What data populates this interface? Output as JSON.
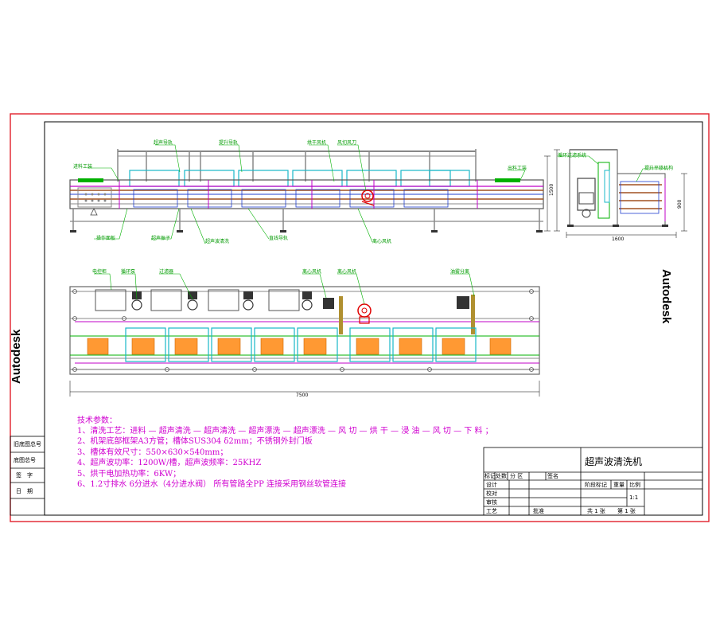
{
  "brand": {
    "watermark": "Autodesk"
  },
  "left_strip": {
    "old_drawing_total": "旧底图总号",
    "base_drawing_total": "底图总号",
    "signature": "签　字",
    "date": "日　期"
  },
  "callouts_side": {
    "feed_station": "进料工装",
    "spray_rack": "超声导轨",
    "up_rack": "提升导轨",
    "dry_fan": "烘干风机",
    "air_knife": "风切风刀",
    "out_station": "出料工装",
    "control_box": "操作面板",
    "transducer": "超声振子",
    "ultra_tank": "超声波清洗",
    "pump": "直线导轨",
    "centrifuge": "离心风机"
  },
  "callouts_end": {
    "top_left": "循环过滤系统",
    "right": "提升平移机构"
  },
  "callouts_plan": {
    "a": "电控柜",
    "b": "循环泵",
    "c": "过滤器",
    "d": "离心风机",
    "e": "离心风机",
    "f": "油雾分离"
  },
  "dimensions": {
    "side_height": "1500",
    "end_width": "1600",
    "end_height": "900",
    "total_length": "7500"
  },
  "tech_notes": {
    "heading": "技术参数：",
    "lines": [
      "1、清洗工艺：进料 — 超声清洗 — 超声清洗 — 超声漂洗 — 超声漂洗 — 风 切 — 烘 干 — 浸 油 — 风 切 — 下 料 ；",
      "2、机架底部框架A3方管；槽体SUS304  δ2mm；不锈钢外封门板",
      "3、槽体有效尺寸：550×630×540mm；",
      "4、超声波功率：1200W/槽，超声波频率：25KHZ",
      "5、烘干电加热功率：6KW；",
      "6、1.2寸排水  6分进水（4分进水阀） 所有管路全PP  连接采用钢丝软管连接"
    ]
  },
  "title_block": {
    "title": "超声波清洗机",
    "headers": [
      "标记",
      "处数",
      "分 区",
      "",
      "签名"
    ],
    "roles": [
      "设计",
      "校对",
      "审核",
      "工艺"
    ],
    "approve": "批准",
    "stage": "阶段标记",
    "weight": "重量",
    "scale_label": "比例",
    "scale": "1:1",
    "sheets_total": "共 1 张",
    "sheet_no": "第 1 张"
  },
  "colors": {
    "border": "#e0202a",
    "frame": "#9a9a9a",
    "cyan": "#18b8c8",
    "magenta": "#c000c8",
    "green": "#00b000",
    "orange": "#ff9933",
    "red": "#e00000",
    "blue": "#2040d0",
    "brown": "#a05020"
  }
}
